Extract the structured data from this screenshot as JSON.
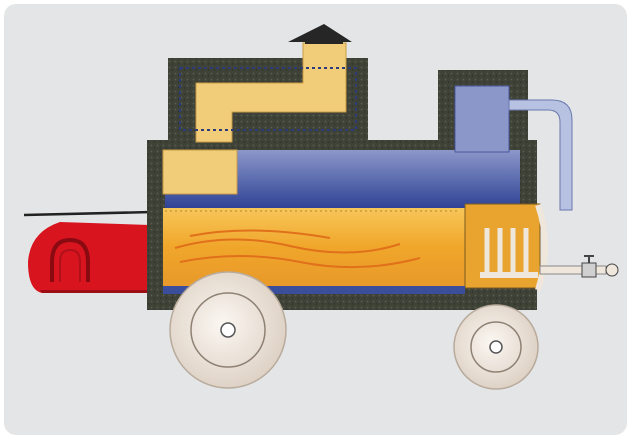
{
  "diagram": {
    "kind": "mobile heater cutaway illustration",
    "colors": {
      "panel_background": "#e4e5e6",
      "insulation": "#3f4237",
      "insulation_speckle": "#5a5d50",
      "gas_channel": "#f1cd7a",
      "flame_core": "#f2b02a",
      "flame_streak": "#e0701a",
      "blue_chamber": "#3a4e9c",
      "blue_chamber_light": "#8c97c9",
      "burner": "#d8141e",
      "burner_dark": "#9c0d14",
      "wheel": "#efe6dc",
      "wheel_hub": "#ffffff",
      "pipe": "#b7c2e2",
      "chimney_cap": "#262626"
    },
    "parts": [
      {
        "name": "chimney-cap",
        "icon": "chimney-cap-icon"
      },
      {
        "name": "exhaust-duct",
        "icon": "duct-icon"
      },
      {
        "name": "heat-exchanger",
        "icon": "chamber-icon"
      },
      {
        "name": "combustion-chamber",
        "icon": "flame-icon"
      },
      {
        "name": "burner",
        "icon": "burner-icon"
      },
      {
        "name": "rear-chamber",
        "icon": "tank-icon"
      },
      {
        "name": "return-pipe",
        "icon": "pipe-icon"
      },
      {
        "name": "outlet-valve",
        "icon": "valve-icon"
      },
      {
        "name": "front-wheel",
        "icon": "wheel-icon"
      },
      {
        "name": "rear-wheel",
        "icon": "wheel-icon"
      }
    ]
  }
}
